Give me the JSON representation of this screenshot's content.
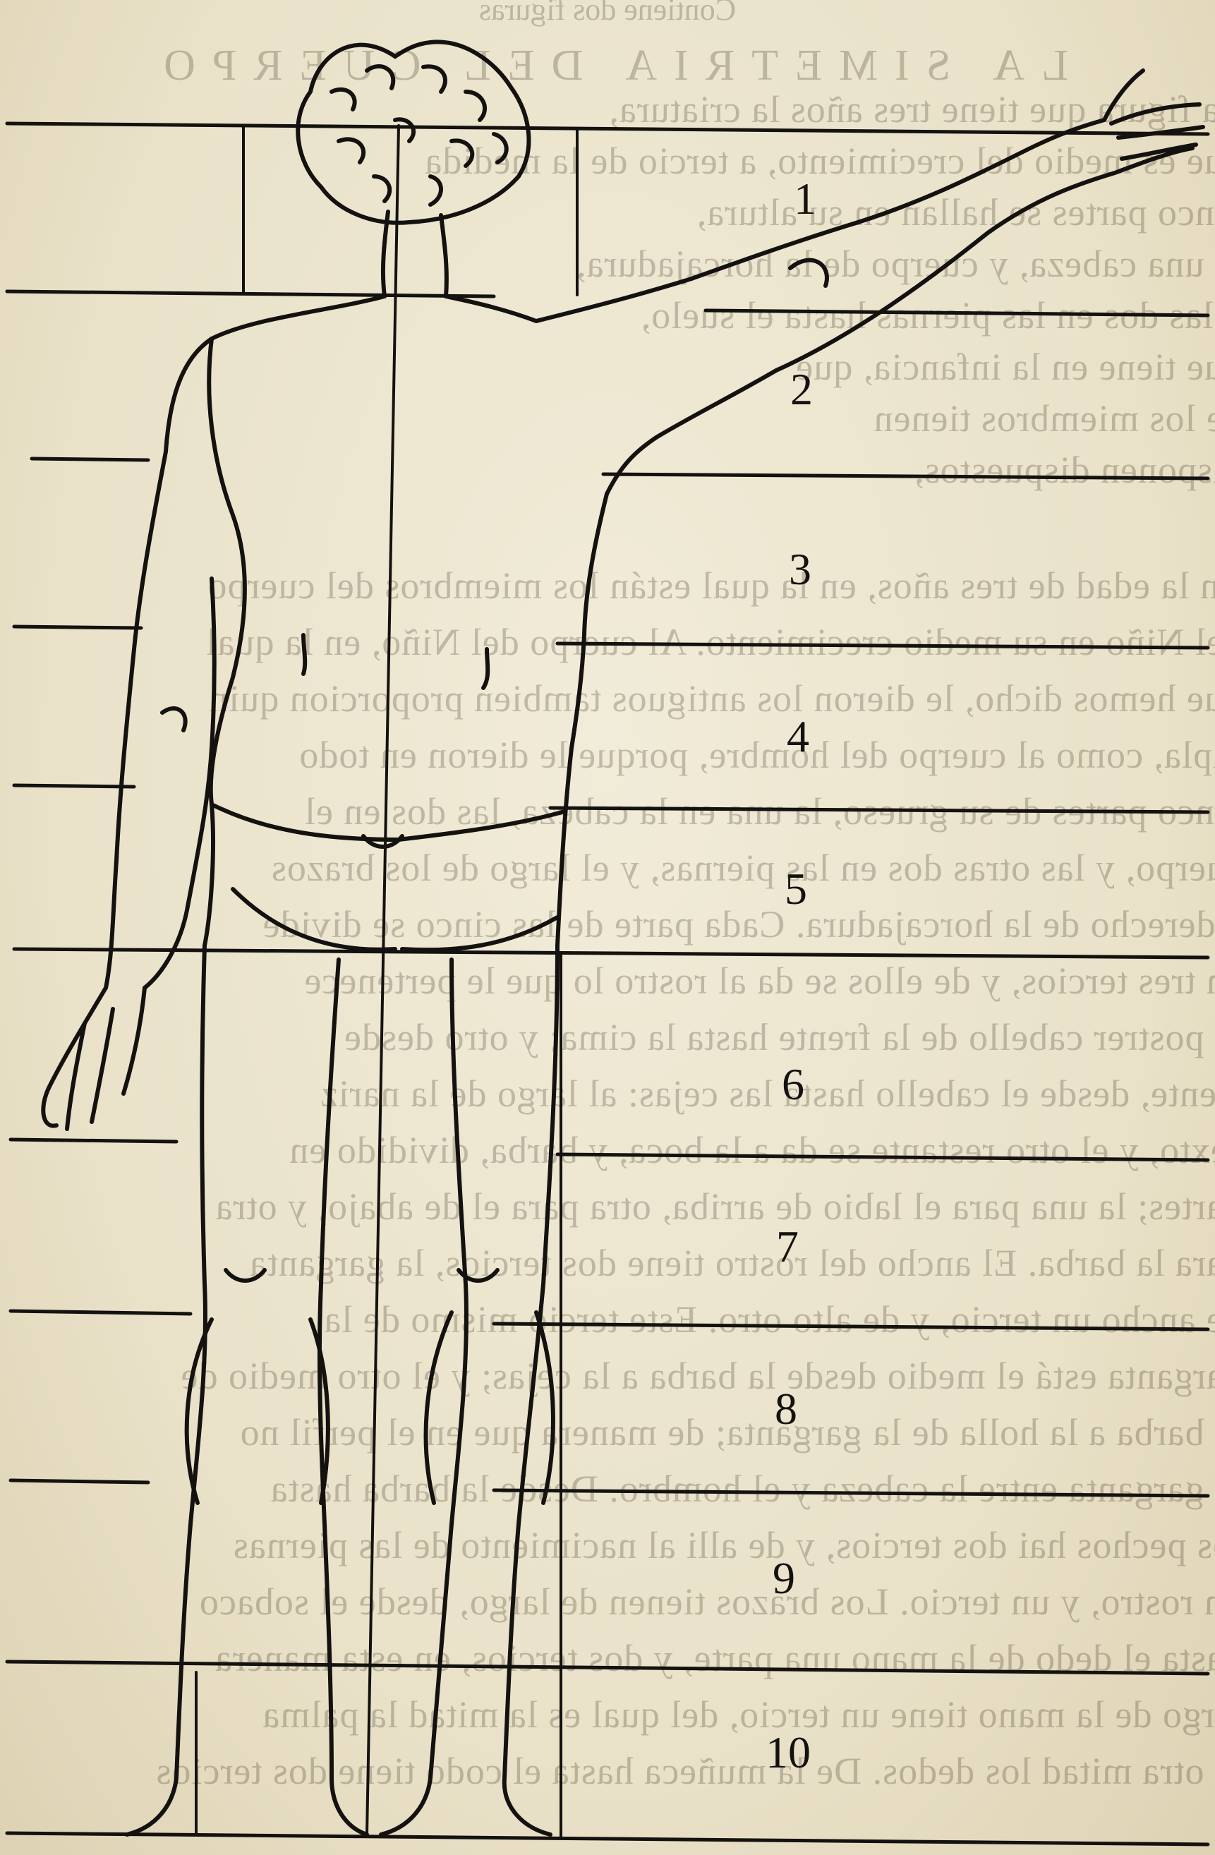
{
  "bleed_through": {
    "header": "Contiene dos figuras",
    "running_head": "LA SIMETRIA DEL CUERPO",
    "lines": [
      "La figura que tiene tres años la criatura,",
      "que es medio del crecimiento, a tercio de la medida",
      "cinco partes se hallan en su altura,",
      "la una cabeza, y cuerpo de la horcajadura,",
      "y las dos en las piernas hasta el suelo,",
      "que tiene en la infancia, que",
      "de los miembros tienen",
      "disponen dispuestos,",
      "En la edad de tres años, en la qual están los miembros del cuerpo",
      "del Niño en su medio crecimiento. Al cuerpo del Niño, en la qual",
      "que hemos dicho, le dieron los antiguos tambien proporcion quin",
      "tupla, como al cuerpo del hombre, porque le dieron en todo",
      "cinco partes de su grueso, la una en la cabeza, las dos en el",
      "cuerpo, y las otras dos en las piernas, y el largo de los brazos",
      "a derecho de la horcajadura. Cada parte de las cinco se divide",
      "en tres tercios, y de ellos se da al rostro lo que le pertenece",
      "el postrer cabello de la frente hasta la cima; y otro desde",
      "frente, desde el cabello hasta las cejas: al largo de la nariz",
      "sexto, y el otro restante se da a la boca, y barba, dividido en",
      "partes; la una para el labio de arriba, otra para el de abajo, y otra",
      "para la barba. El ancho del rostro tiene dos tercios, la garganta",
      "de ancho un tercio, y de alto otro. Este tercio mismo de la",
      "garganta está el medio desde la barba a la cejas; y el otro medio de",
      "la barba a la holla de la garganta; de manera que en el perfil no",
      "la garganta entre la cabeza y el hombro. Desde la barba hasta",
      "los pechos hai dos tercios, y de alli al nacimiento de las piernas",
      "un rostro, y un tercio. Los brazos tienen de largo, desde el sobaco",
      "hasta el dedo de la mano una parte, y dos tercios, en esta manera",
      "largo de la mano tiene un tercio, del qual es la mitad la palma",
      "la otra mitad los dedos. De la muñeca hasta el codo tiene dos tercios"
    ]
  },
  "figure": {
    "numbers": [
      "1",
      "2",
      "3",
      "4",
      "5",
      "6",
      "7",
      "8",
      "9",
      "10"
    ]
  }
}
